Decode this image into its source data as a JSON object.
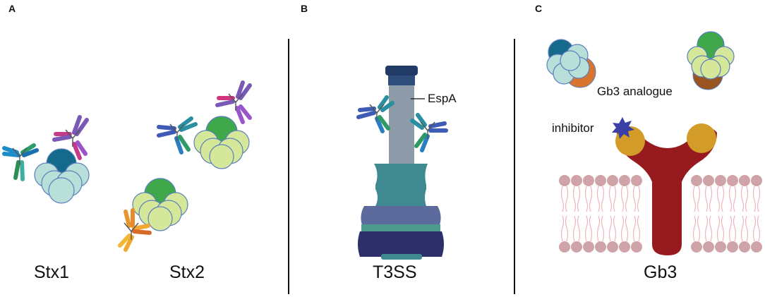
{
  "panels": {
    "a": {
      "letter": "A",
      "labels": {
        "stx1": "Stx1",
        "stx2": "Stx2"
      }
    },
    "b": {
      "letter": "B",
      "labels": {
        "espa": "EspA",
        "t3ss": "T3SS"
      }
    },
    "c": {
      "letter": "C",
      "labels": {
        "analogue": "Gb3 analogue",
        "inhibitor": "inhibitor",
        "gb3": "Gb3"
      }
    }
  },
  "colors": {
    "toxin_pentamer_stx1": "#b9e0d8",
    "toxin_pentamer_stx2": "#d5e89a",
    "a_subunit_stx1": "#15698a",
    "a_subunit_stx2": "#3ea84a",
    "receptor": "#971b1e",
    "receptor_head": "#d39b27",
    "membrane_head": "#cfa3a8",
    "inhibitor_star": "#3a3fa6",
    "t3ss_dark": "#2d2f6b",
    "t3ss_teal": "#3e8a90",
    "t3ss_filament": "#8e9ba8"
  }
}
